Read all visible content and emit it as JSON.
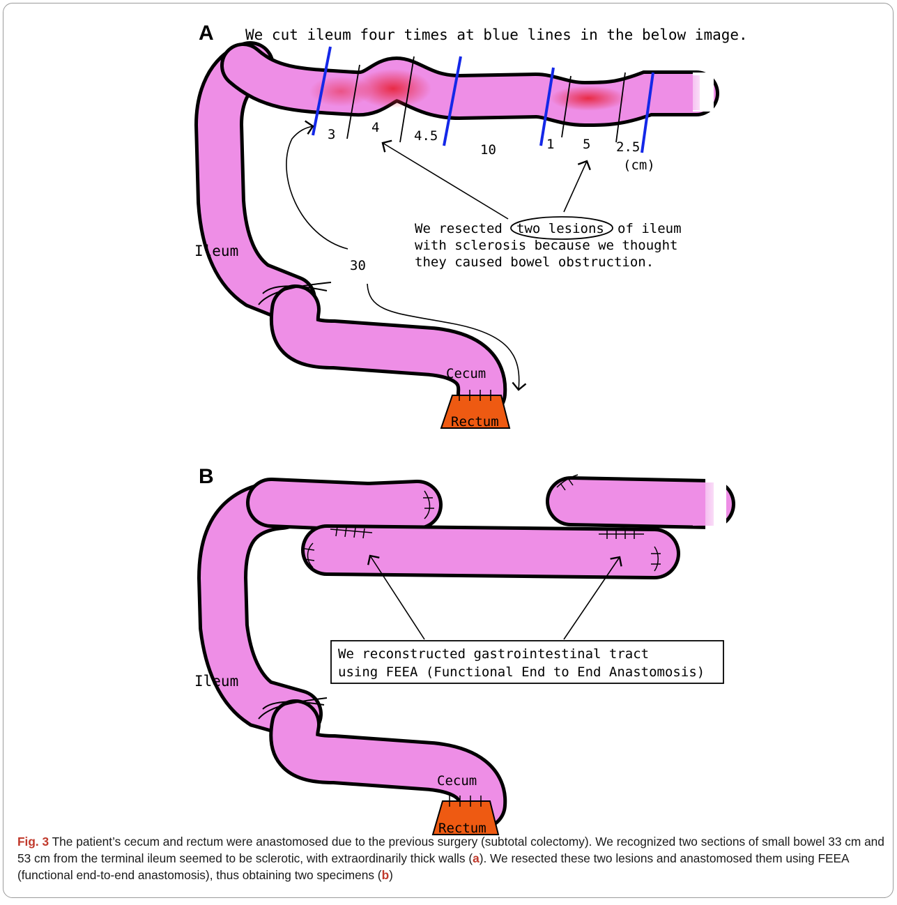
{
  "panels": {
    "a": {
      "label": "A",
      "heading": "We cut ileum four times at blue lines in the below image.",
      "segments": [
        "3",
        "4",
        "4.5",
        "10",
        "1",
        "5",
        "2.5"
      ],
      "unit": "(cm)",
      "distance": "30",
      "lesion_note": {
        "line1_before": "We resected",
        "line1_circled": "two lesions",
        "line1_after": "of ileum",
        "line2": "with sclerosis because we thought",
        "line3": "they caused bowel obstruction."
      },
      "labels": {
        "ileum": "Ileum",
        "cecum": "Cecum",
        "rectum": "Rectum"
      }
    },
    "b": {
      "label": "B",
      "note_line1": "We reconstructed gastrointestinal tract",
      "note_line2": "using FEEA (Functional End to End Anastomosis)",
      "labels": {
        "ileum": "Ileum",
        "cecum": "Cecum",
        "rectum": "Rectum"
      }
    }
  },
  "caption": {
    "fig_label": "Fig. 3",
    "part1": " The patient’s cecum and rectum were anastomosed due to the previous surgery (subtotal colectomy). We recognized two sections of small bowel 33 cm and 53 cm from the terminal ileum seemed to be sclerotic, with extraordinarily thick walls (",
    "ref_a": "a",
    "part2": "). We resected these two lesions and anastomosed them using FEEA (functional end-to-end anastomosis), thus obtaining two specimens (",
    "ref_b": "b",
    "part3": ")"
  },
  "colors": {
    "bowel": "#ee8ee6",
    "lesion": "#e8263e",
    "rectum": "#ee5a12",
    "cut_line": "#1428e8",
    "outline": "#000000"
  }
}
